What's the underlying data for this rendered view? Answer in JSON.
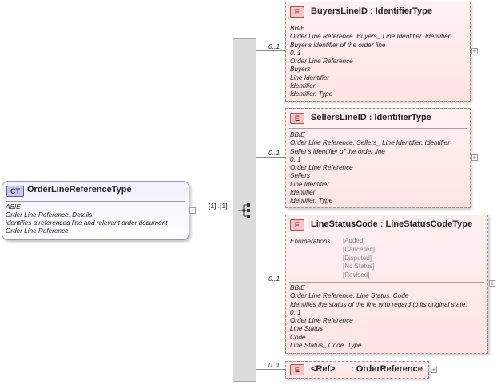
{
  "complex_type": {
    "badge": "CT",
    "name": "OrderLineReferenceType",
    "lines": [
      "ABIE",
      "Order Line Reference. Details",
      "identifies a referenced line and relevant order document",
      "Order Line Reference"
    ]
  },
  "sequence": {
    "cardinality": "[1]..[1]"
  },
  "elements": [
    {
      "badge": "E",
      "title": "BuyersLineID : IdentifierType",
      "multiplicity": "0..1",
      "lines": [
        "BBIE",
        "Order Line Reference. Buyers_ Line Identifier. Identifier",
        "Buyer's identifier of the order line",
        "0..1",
        "Order Line Reference",
        "Buyers",
        "Line Identifier",
        "Identifier",
        "Identifier. Type"
      ]
    },
    {
      "badge": "E",
      "title": "SellersLineID : IdentifierType",
      "multiplicity": "0..1",
      "lines": [
        "BBIE",
        "Order Line Reference. Sellers_ Line Identifier. Identifier",
        "Seller's identifier of the order line",
        "0..1",
        "Order Line Reference",
        "Sellers",
        "Line Identifier",
        "Identifier",
        "Identifier. Type"
      ]
    },
    {
      "badge": "E",
      "title": "LineStatusCode : LineStatusCodeType",
      "multiplicity": "0..1",
      "enumerations_label": "Enumerations",
      "enumerations": [
        "[Added]",
        "[Cancelled]",
        "[Disputed]",
        "[No Status]",
        "[Revised]"
      ],
      "lines": [
        "BBIE",
        "Order Line Reference. Line Status. Code",
        "Identifies the status of the line with regard to its original state.",
        "0..1",
        "Order Line Reference",
        "Line Status",
        "Code",
        "Line Status_ Code. Type"
      ]
    },
    {
      "badge": "E",
      "ref": "<Ref>",
      "title": ": OrderReference",
      "multiplicity": "0..1"
    }
  ],
  "colors": {
    "ct_fill": "#f1f1ff",
    "element_fill": "#ffe8e8",
    "sequence_fill": "#dcdcdc"
  }
}
